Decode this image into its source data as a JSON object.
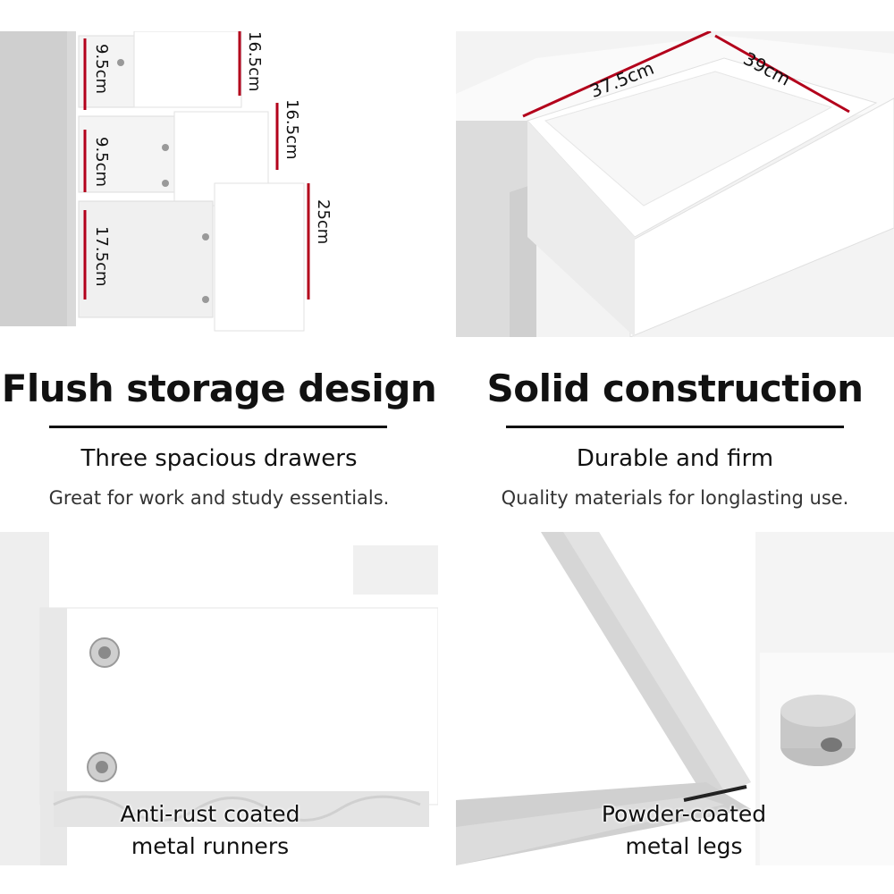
{
  "top_left": {
    "dimensions": {
      "drawer1_depth": "9.5cm",
      "drawer1_front": "16.5cm",
      "drawer2_depth": "9.5cm",
      "drawer2_front": "16.5cm",
      "drawer3_depth": "17.5cm",
      "drawer3_front": "25cm"
    }
  },
  "top_right": {
    "dimensions": {
      "width": "37.5cm",
      "depth": "39cm"
    }
  },
  "features": {
    "left": {
      "title": "Flush storage design",
      "subtitle": "Three spacious drawers",
      "description": "Great for work and study essentials."
    },
    "right": {
      "title": "Solid construction",
      "subtitle": "Durable and firm",
      "description": "Quality materials for longlasting use."
    }
  },
  "bottom_left": {
    "caption_line1": "Anti-rust coated",
    "caption_line2": "metal runners"
  },
  "bottom_right": {
    "caption_line1": "Powder-coated",
    "caption_line2": "metal legs"
  },
  "colors": {
    "accent_dimension": "#b3001b",
    "text": "#111111"
  }
}
